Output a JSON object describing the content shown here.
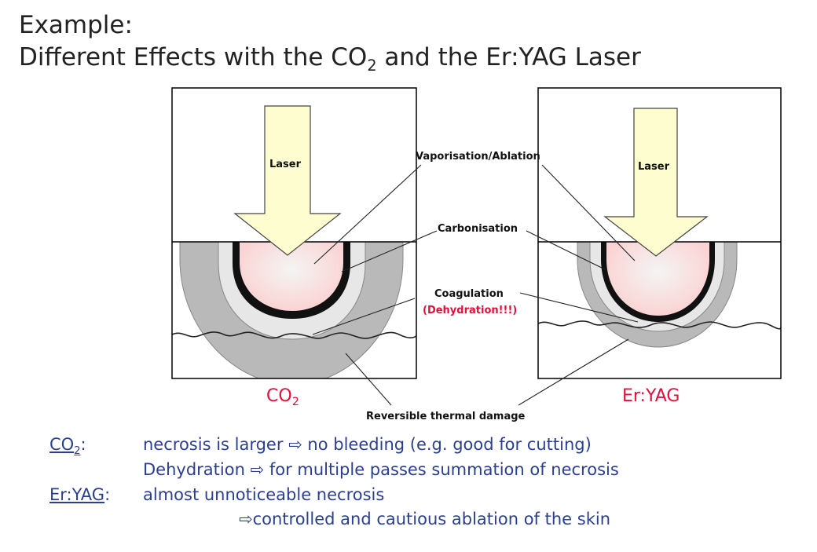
{
  "title": {
    "line1": "Example:",
    "line2_part1": "Different Effects with the CO",
    "line2_sub": "2",
    "line2_part2": " and the Er:YAG Laser"
  },
  "diagram": {
    "arrow_label": "Laser",
    "label_vaporisation": "Vaporisation/Ablation",
    "label_carbonisation": "Carbonisation",
    "label_coagulation": "Coagulation",
    "label_dehydration": "(Dehydration!!!)",
    "label_reversible": "Reversible thermal damage",
    "caption_left_main": "CO",
    "caption_left_sub": "2",
    "caption_right": "Er:YAG"
  },
  "notes": {
    "co2_term_main": "CO",
    "co2_term_sub": "2",
    "co2_term_colon": ":",
    "co2_line1": "necrosis  is larger ⇨ no bleeding (e.g. good for cutting)",
    "co2_line2": "Dehydration ⇨ for multiple passes summation of necrosis",
    "eryag_term": "Er:YAG",
    "eryag_term_colon": ":",
    "eryag_line1": "almost unnoticeable necrosis",
    "eryag_line2": "⇨controlled and cautious ablation of the skin"
  },
  "colors": {
    "text_blue": "#2b3f8f",
    "caption_red": "#e0103a",
    "arrow_fill": "#fdfdd0",
    "ablation_pink": "#fbdcdc",
    "coagulation_light": "#e7e7e7",
    "thermal_gray": "#b9b9b9"
  }
}
